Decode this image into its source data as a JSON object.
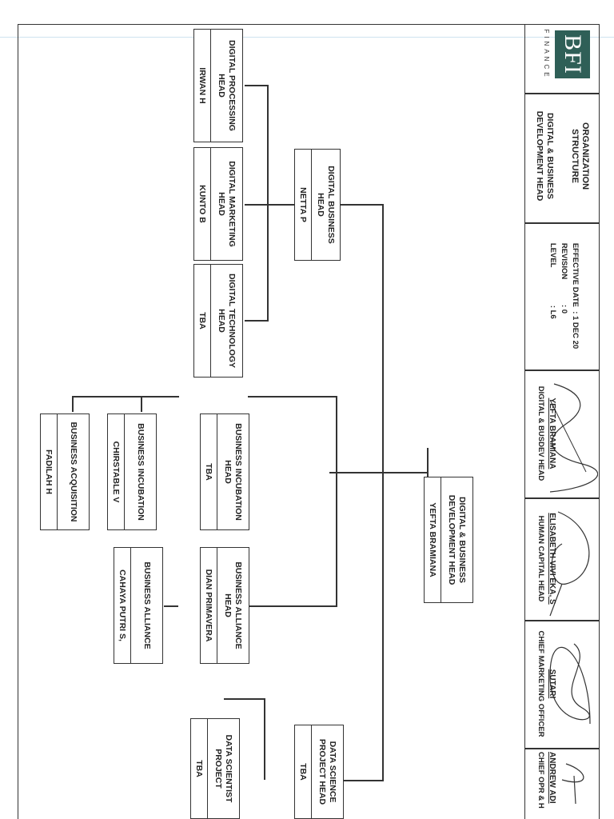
{
  "header": {
    "logo_text": "BFI",
    "logo_sub": "FINANCE",
    "title": "ORGANIZATION STRUCTURE",
    "subtitle": "DIGITAL & BUSINESS DEVELOPMENT HEAD",
    "meta": {
      "effective_date_label": "EFFECTIVE DATE",
      "effective_date_value": ": 1 DEC 20",
      "revision_label": "REVISION",
      "revision_value": ": 0",
      "level_label": "LEVEL",
      "level_value": ": L6"
    },
    "signatures": [
      {
        "name": "YEFTA BRAMIANA",
        "title": "DIGITAL & BUSDEV HEAD"
      },
      {
        "name": "ELISABETH VIVI EKA, S",
        "title": "HUMAN CAPITAL HEAD"
      },
      {
        "name": "SUTARI",
        "title": "CHIEF MARKETING OFFICER"
      },
      {
        "name": "ANDREW ADI",
        "title": "CHIEF OPR & H"
      }
    ]
  },
  "nodes": {
    "root": {
      "title": "DIGITAL & BUSINESS DEVELOPMENT HEAD",
      "name": "YEFTA BRAMIANA"
    },
    "digital_business_head": {
      "title": "DIGITAL BUSINESS HEAD",
      "name": "NETTA P"
    },
    "digital_processing_head": {
      "title": "DIGITAL PROCESSING HEAD",
      "name": "IRWAN H"
    },
    "digital_marketing_head": {
      "title": "DIGITAL MARKETING HEAD",
      "name": "KUNTO B"
    },
    "digital_technology_head": {
      "title": "DIGITAL TECHNOLOGY HEAD",
      "name": "TBA"
    },
    "business_incubation_head": {
      "title": "BUSINESS INCUBATION HEAD",
      "name": "TBA"
    },
    "business_incubation": {
      "title": "BUSINESS INCUBATION",
      "name": "CHIRSTABLE V"
    },
    "business_acquisition": {
      "title": "BUSINESS ACQUISITION",
      "name": "FADILAH H"
    },
    "business_alliance_head": {
      "title": "BUSINESS ALLIANCE HEAD",
      "name": "DIAN PRIMAVERA"
    },
    "business_alliance": {
      "title": "BUSINESS ALLIANCE",
      "name": "CAHAYA PUTRI S,"
    },
    "data_science_project_head": {
      "title": "DATA SCIENCE PROJECT HEAD",
      "name": "TBA"
    },
    "data_scientist_project": {
      "title": "DATA SCIENTIST PROJECT",
      "name": "TBA"
    }
  }
}
